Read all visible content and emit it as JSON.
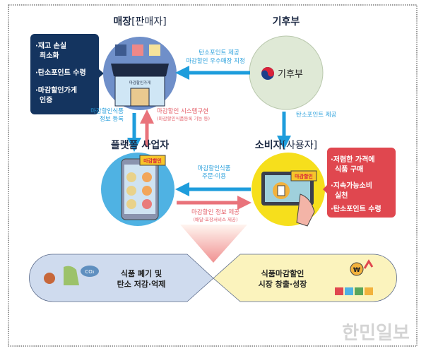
{
  "nodes": {
    "store": {
      "title": "매장",
      "title_bracket": "[판매자]",
      "sign": "마감할인가게"
    },
    "ministry": {
      "title": "기후부",
      "logo_text": "기후부"
    },
    "platform": {
      "title": "플랫폼 사업자",
      "badge": "마감할인"
    },
    "consumer": {
      "title": "소비자",
      "title_bracket": "[사용자]",
      "badge": "마감할인"
    }
  },
  "store_benefits": [
    "·재고 손실",
    "최소화",
    "·탄소포인트 수령",
    "·마감할인가게",
    "인증"
  ],
  "consumer_benefits": [
    "·저렴한 가격에",
    "식품 구매",
    "·지속가능소비",
    "실천",
    "·탄소포인트 수령"
  ],
  "arrows": {
    "ministry_to_store": [
      "탄소포인트 제공",
      "마감할인 우수매장 지정"
    ],
    "store_to_platform": [
      "마감할인식품",
      "정보 등록"
    ],
    "platform_to_store": {
      "main": "마감할인 시스템구현",
      "sub": "(마감할인식품등록 기능 등)"
    },
    "ministry_to_consumer": "탄소포인트 제공",
    "consumer_to_platform": [
      "마감할인식품",
      "주문·이용"
    ],
    "platform_to_consumer": {
      "main": "마감할인 정보 제공",
      "sub": "(배달·포장서비스 제공)"
    }
  },
  "outcomes": {
    "left": [
      "식품 폐기 및",
      "탄소 저감·억제"
    ],
    "left_icon_text": "CO₂",
    "right": [
      "식품마감할인",
      "시장 창출·성장"
    ],
    "right_icon_text": "₩"
  },
  "watermark": "한민일보",
  "colors": {
    "navy": "#14345f",
    "blue_arrow": "#1e9ddc",
    "pink_arrow": "#e9737b",
    "red_box": "#e0474f",
    "store_circle": "#6f8fc9",
    "ministry_circle": "#dfe9d6",
    "platform_circle": "#4fb2e3",
    "consumer_circle": "#f6df1c",
    "left_outcome": "#cfdbee",
    "right_outcome": "#fbf3bd"
  }
}
